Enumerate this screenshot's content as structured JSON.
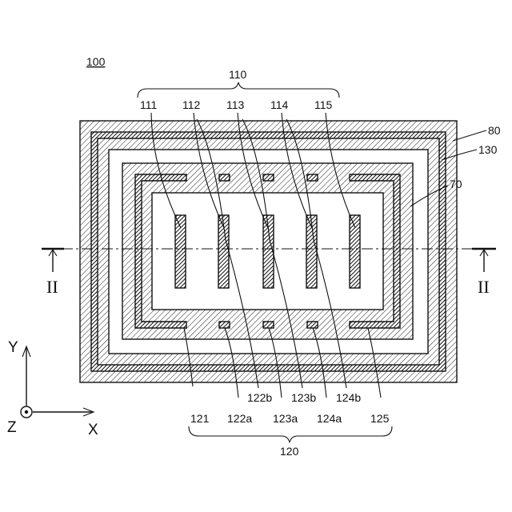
{
  "figure_label": "100",
  "group_top": "110",
  "group_bottom": "120",
  "top_labels": [
    "111",
    "112",
    "113",
    "114",
    "115"
  ],
  "bottom_row1": [
    "122b",
    "123b",
    "124b"
  ],
  "bottom_row2": [
    "121",
    "122a",
    "123a",
    "124a",
    "125"
  ],
  "right_labels": {
    "outer": "80",
    "ring": "130",
    "inner": "70"
  },
  "section": {
    "left": "II",
    "right": "II"
  },
  "axes": {
    "y": "Y",
    "x": "X",
    "z": "Z"
  }
}
